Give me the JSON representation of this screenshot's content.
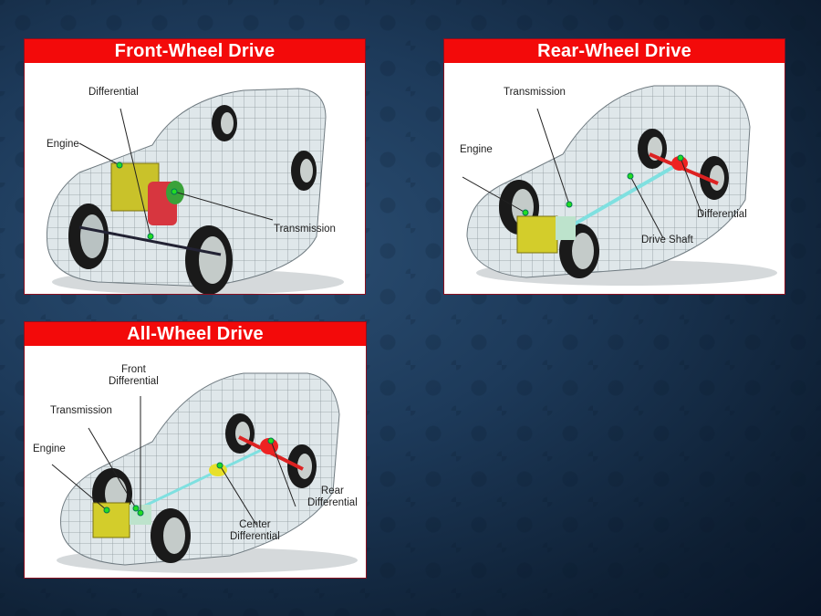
{
  "slide": {
    "background_color": "#1d3a5a",
    "header_color": "#f30a0a",
    "marker_color": "#22dd22"
  },
  "panels": {
    "fwd": {
      "title": "Front-Wheel Drive",
      "labels": {
        "differential": "Differential",
        "engine": "Engine",
        "transmission": "Transmission"
      }
    },
    "rwd": {
      "title": "Rear-Wheel Drive",
      "labels": {
        "transmission": "Transmission",
        "engine": "Engine",
        "differential": "Differential",
        "drive_shaft": "Drive Shaft"
      }
    },
    "awd": {
      "title": "All-Wheel Drive",
      "labels": {
        "front_differential_1": "Front",
        "front_differential_2": "Differential",
        "transmission": "Transmission",
        "engine": "Engine",
        "rear_differential_1": "Rear",
        "rear_differential_2": "Differential",
        "center_differential_1": "Center",
        "center_differential_2": "Differential"
      }
    }
  }
}
